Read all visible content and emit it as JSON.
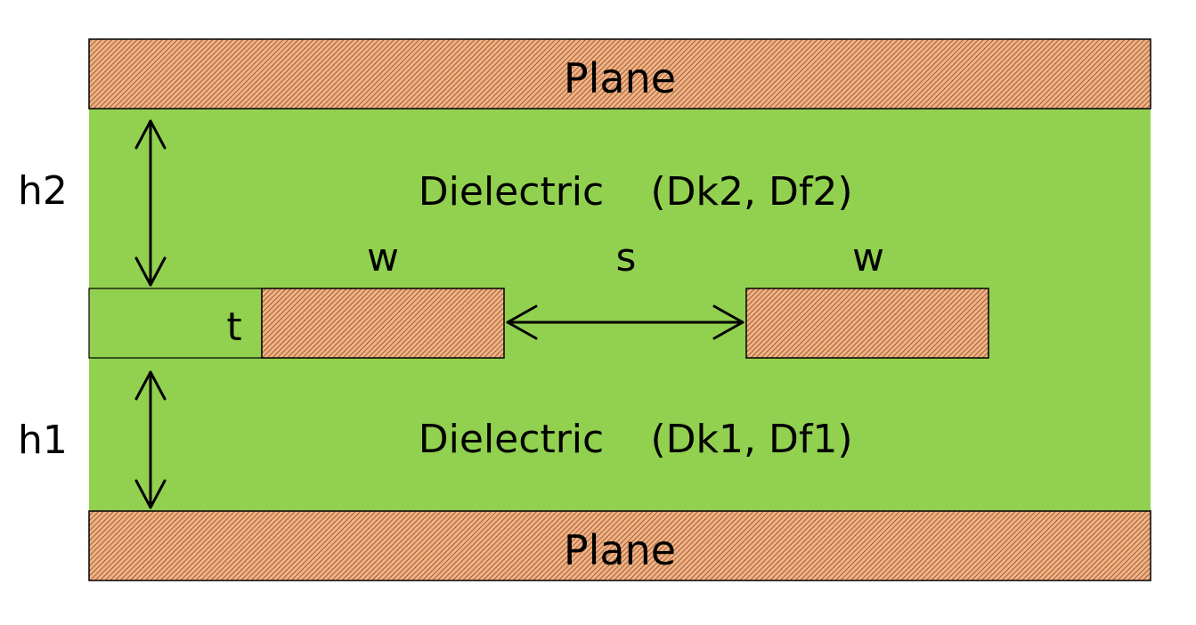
{
  "planes": {
    "top_label": "Plane",
    "bottom_label": "Plane"
  },
  "dielectrics": {
    "top_label": "Dielectric",
    "top_params": "(Dk2, Df2)",
    "bottom_label": "Dielectric",
    "bottom_params": "(Dk1, Df1)"
  },
  "dimensions": {
    "h2": "h2",
    "h1": "h1",
    "w_left": "w",
    "s": "s",
    "w_right": "w",
    "t": "t"
  },
  "colors": {
    "dielectric": "#92d050",
    "copper": "#f4b183",
    "hatch": "#7f4f2a",
    "outline": "#000000"
  }
}
